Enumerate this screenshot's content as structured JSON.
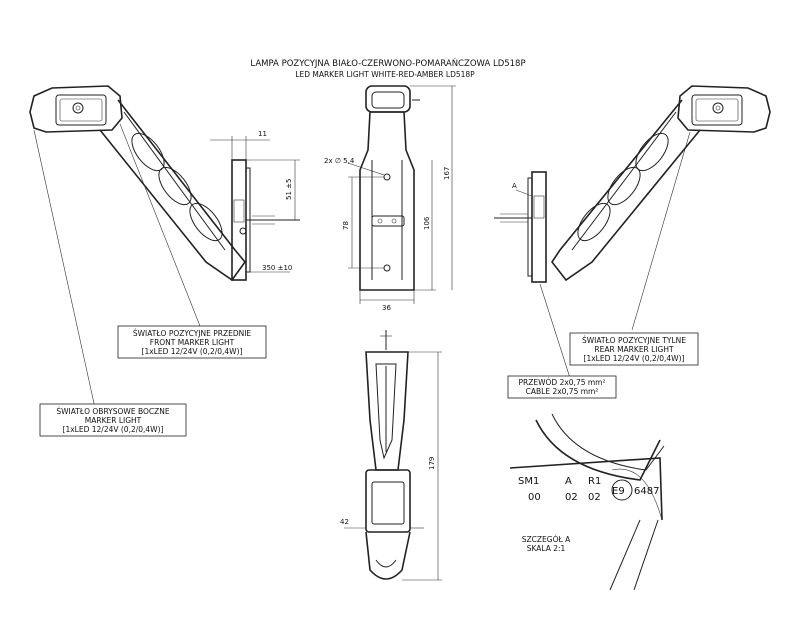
{
  "title_pl": "LAMPA POZYCYJNA BIAŁO-CZERWONO-POMARAŃCZOWA LD518P",
  "title_en": "LED MARKER LIGHT WHITE-RED-AMBER LD518P",
  "dimensions": {
    "d11": "11",
    "d51": "51 ±5",
    "d350": "350 ±10",
    "hole": "2x ∅ 5,4",
    "d78": "78",
    "d106": "106",
    "d167": "167",
    "d36": "36",
    "d179": "179",
    "d42": "42",
    "view_a": "A"
  },
  "labels": {
    "front": [
      "ŚWIATŁO POZYCYJNE PRZEDNIE",
      "FRONT MARKER LIGHT",
      "[1xLED 12/24V (0,2/0,4W)]"
    ],
    "side": [
      "ŚWIATŁO OBRYSOWE BOCZNE",
      "MARKER LIGHT",
      "[1xLED 12/24V (0,2/0,4W)]"
    ],
    "rear": [
      "ŚWIATŁO POZYCYJNE TYLNE",
      "REAR MARKER LIGHT",
      "[1xLED 12/24V (0,2/0,4W)]"
    ],
    "cable": [
      "PRZEWÓD 2x0,75 mm²",
      "CABLE 2x0,75 mm²"
    ]
  },
  "marking": {
    "row1": [
      "SM1",
      "A",
      "R1"
    ],
    "row2": [
      "00",
      "02",
      "02"
    ],
    "e_mark": "E9",
    "approval": "6487"
  },
  "detail": [
    "SZCZEGÓŁ A",
    "SKALA 2:1"
  ]
}
